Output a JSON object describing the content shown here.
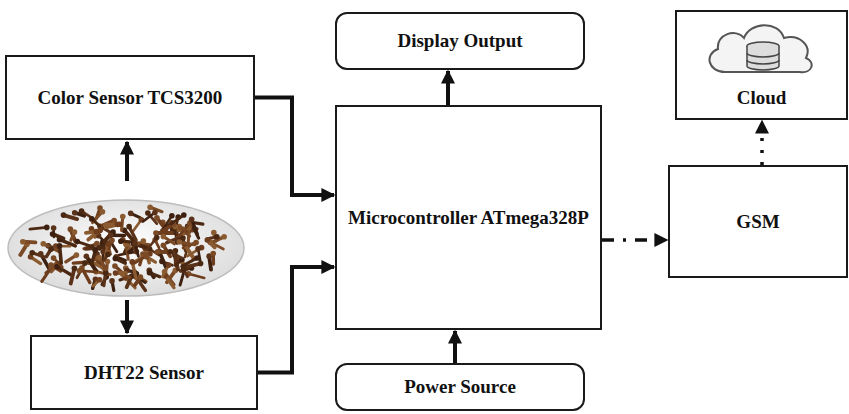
{
  "diagram": {
    "nodes": [
      {
        "text": [
          "Color Sensor TCS3200"
        ]
      },
      {
        "text": [
          "DHT22 Sensor"
        ]
      },
      {
        "text": [
          "Display Output"
        ]
      },
      {
        "text": [
          "Microcontroller ATmega328P"
        ]
      },
      {
        "text": [
          "Power Source"
        ]
      },
      {
        "text": [
          "GSM"
        ]
      },
      {
        "text": [
          "Cloud"
        ]
      }
    ],
    "edges": [
      {
        "from": 0,
        "to": 3,
        "arrow": "to"
      },
      {
        "from": 1,
        "to": 3,
        "arrow": "to"
      },
      {
        "from": 3,
        "to": 2,
        "arrow": "to"
      },
      {
        "from": 4,
        "to": 3,
        "arrow": "to"
      },
      {
        "from": 3,
        "to": 5,
        "arrow": "to"
      },
      {
        "from": 5,
        "to": 6,
        "arrow": "to"
      }
    ]
  }
}
